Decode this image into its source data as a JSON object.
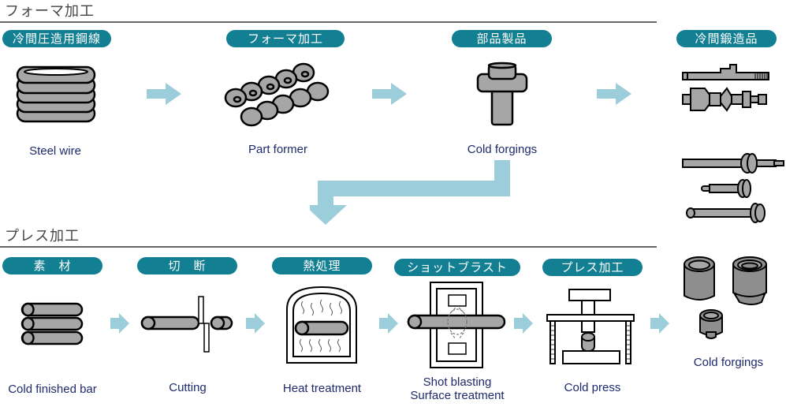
{
  "sections": {
    "former": {
      "title": "フォーマ加工"
    },
    "press": {
      "title": "プレス加工"
    }
  },
  "former_flow": {
    "steps": [
      {
        "label": "冷間圧造用鋼線",
        "caption": "Steel wire",
        "icon": "steel-wire-coil-icon"
      },
      {
        "label": "フォーマ加工",
        "caption": "Part former",
        "icon": "part-former-icon"
      },
      {
        "label": "部品製品",
        "caption": "Cold forgings",
        "icon": "cold-forging-part-icon"
      }
    ]
  },
  "result": {
    "label": "冷間鍛造品",
    "caption": "Cold forgings"
  },
  "press_flow": {
    "steps": [
      {
        "label": "素　材",
        "caption": "Cold finished bar",
        "icon": "bars-icon"
      },
      {
        "label": "切　断",
        "caption": "Cutting",
        "icon": "cutting-icon"
      },
      {
        "label": "熱処理",
        "caption": "Heat treatment",
        "icon": "furnace-icon"
      },
      {
        "label": "ショットブラスト",
        "caption_line1": "Shot blasting",
        "caption_line2": "Surface treatment",
        "icon": "shot-blast-icon"
      },
      {
        "label": "プレス加工",
        "caption": "Cold press",
        "icon": "press-icon"
      }
    ]
  },
  "colors": {
    "pill": "#137f93",
    "arrow": "#9ccdda",
    "part_fill": "#a6a6a6",
    "caption": "#1e2a6b"
  }
}
